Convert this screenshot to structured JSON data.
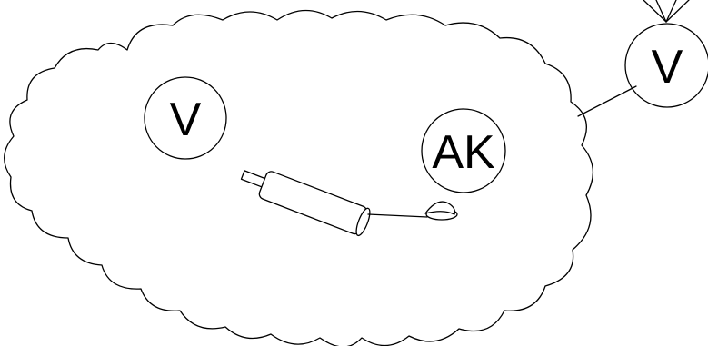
{
  "nodes": {
    "inner_v": {
      "label": "V"
    },
    "ak": {
      "label": "AK"
    },
    "outer_v": {
      "label": "V"
    }
  },
  "icons": [
    "cloud-shape",
    "rolling-pin-icon",
    "leaf-icon",
    "connector-line",
    "arrow-head-lines"
  ]
}
